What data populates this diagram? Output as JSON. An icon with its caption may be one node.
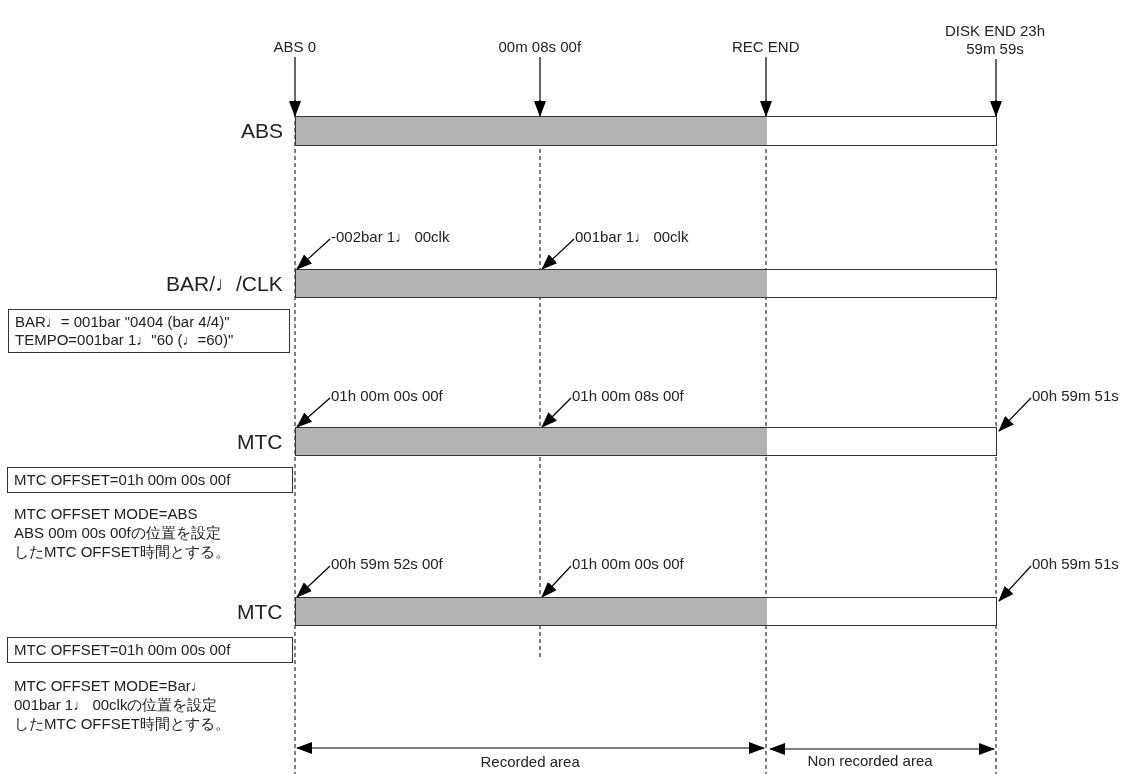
{
  "diagram": {
    "nodes": [
      {
        "text": [
          "ABS 0"
        ]
      },
      {
        "text": [
          "00m 08s 00f"
        ]
      },
      {
        "text": [
          "REC END"
        ]
      },
      {
        "text": [
          "DISK END 23h 59m 59s"
        ]
      },
      {
        "text": [],
        "shape": "bar",
        "beside": [
          "ABS"
        ]
      },
      {
        "text": [
          "-002bar 1♩ 00clk"
        ]
      },
      {
        "text": [
          "001bar 1♩ 00clk"
        ]
      },
      {
        "text": [],
        "shape": "bar",
        "beside": [
          "BAR/♩/CLK"
        ]
      },
      {
        "text": [
          "BAR♩= 001bar \"0404 (bar 4/4)\"",
          "TEMPO=001bar 1♩\"60 (♩=60)\""
        ]
      },
      {
        "text": [
          "01h 00m 00s 00f"
        ]
      },
      {
        "text": [
          "01h 00m 08s 00f"
        ]
      },
      {
        "text": [
          "00h 59m 51s"
        ]
      },
      {
        "text": [],
        "shape": "bar",
        "beside": [
          "MTC"
        ]
      },
      {
        "text": [
          "MTC OFFSET=01h 00m 00s 00f"
        ]
      },
      {
        "text": [
          "00h 59m 52s 00f"
        ]
      },
      {
        "text": [
          "01h 00m 00s 00f"
        ]
      },
      {
        "text": [
          "00h 59m 51s"
        ]
      },
      {
        "text": [],
        "shape": "bar",
        "beside": [
          "MTC"
        ]
      },
      {
        "text": [
          "MTC OFFSET=01h 00m 00s 00f"
        ]
      }
    ],
    "edges": [
      {
        "from": 0,
        "to": 4,
        "arrow": "to"
      },
      {
        "from": 1,
        "to": 4,
        "arrow": "to"
      },
      {
        "from": 2,
        "to": 4,
        "arrow": "to"
      },
      {
        "from": 3,
        "to": 4,
        "arrow": "to"
      },
      {
        "from": 5,
        "to": 7,
        "arrow": "to"
      },
      {
        "from": 6,
        "to": 7,
        "arrow": "to"
      },
      {
        "from": 9,
        "to": 12,
        "arrow": "to"
      },
      {
        "from": 10,
        "to": 12,
        "arrow": "to"
      },
      {
        "from": 11,
        "to": 12,
        "arrow": "to"
      },
      {
        "from": 14,
        "to": 17,
        "arrow": "to"
      },
      {
        "from": 15,
        "to": 17,
        "arrow": "to"
      },
      {
        "from": 16,
        "to": 17,
        "arrow": "to"
      }
    ],
    "labels": [
      "MTC OFFSET MODE=ABS",
      "ABS 00m 00s 00fの位置を設定",
      "したMTC OFFSET時間とする。",
      "MTC OFFSET MODE=Bar♩",
      "001bar 1♩ 00clkの位置を設定",
      "したMTC OFFSET時間とする。",
      "Recorded area",
      "Non recorded area"
    ]
  }
}
